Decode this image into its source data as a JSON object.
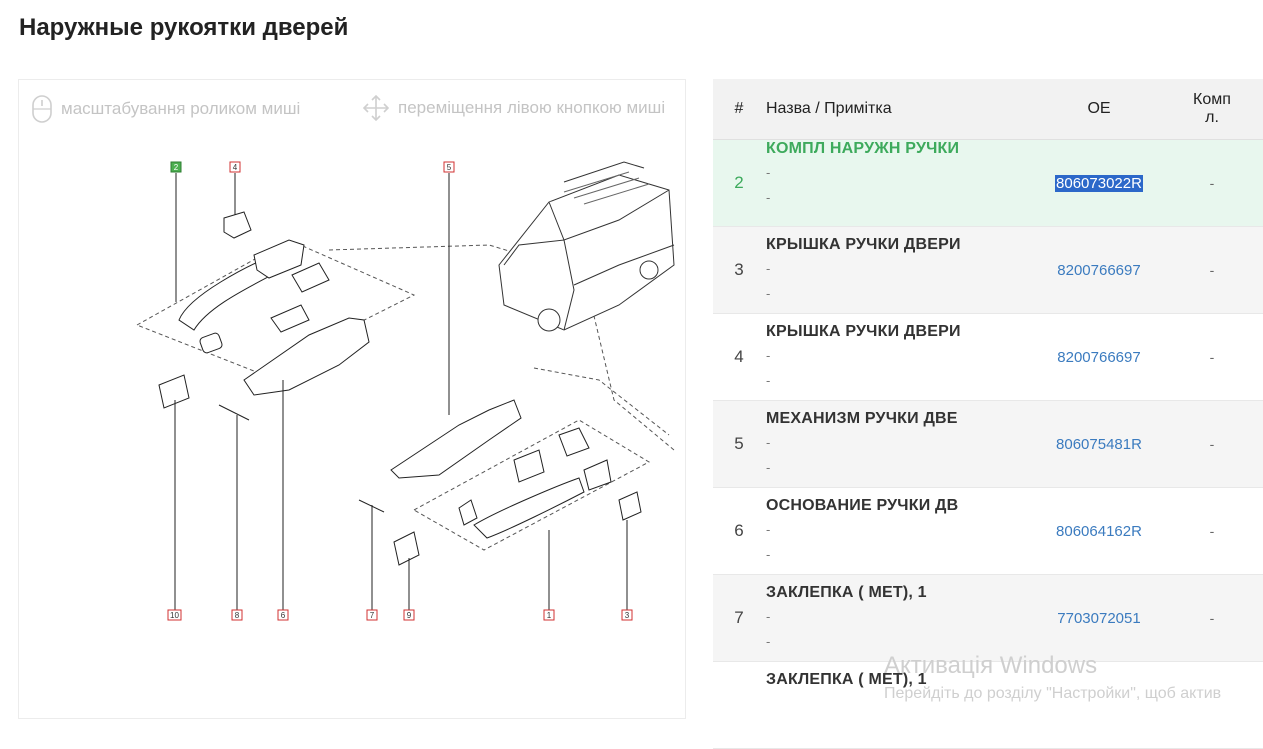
{
  "page": {
    "title": "Наружные рукоятки дверей"
  },
  "diagram": {
    "hint_zoom": "масштабування роликом миші",
    "hint_move": "переміщення лівою кнопкою миші",
    "callouts": [
      "2",
      "4",
      "5",
      "10",
      "8",
      "6",
      "7",
      "9",
      "1",
      "3"
    ]
  },
  "table": {
    "headers": {
      "num": "#",
      "name": "Назва / Примітка",
      "oe": "OE",
      "qty": "Комп\nл."
    },
    "rows": [
      {
        "num": "2",
        "name": "КОМПЛ НАРУЖН РУЧКИ",
        "note1": "-",
        "note2": "-",
        "oe": "806073022R",
        "qty": "-"
      },
      {
        "num": "3",
        "name": "КРЫШКА РУЧКИ ДВЕРИ",
        "note1": "-",
        "note2": "-",
        "oe": "8200766697",
        "qty": "-"
      },
      {
        "num": "4",
        "name": "КРЫШКА РУЧКИ ДВЕРИ",
        "note1": "-",
        "note2": "-",
        "oe": "8200766697",
        "qty": "-"
      },
      {
        "num": "5",
        "name": "МЕХАНИЗМ РУЧКИ ДВЕ",
        "note1": "-",
        "note2": "-",
        "oe": "806075481R",
        "qty": "-"
      },
      {
        "num": "6",
        "name": "ОСНОВАНИЕ РУЧКИ ДВ",
        "note1": "-",
        "note2": "-",
        "oe": "806064162R",
        "qty": "-"
      },
      {
        "num": "7",
        "name": "ЗАКЛЕПКА ( МЕТ), 1",
        "note1": "-",
        "note2": "-",
        "oe": "7703072051",
        "qty": "-"
      },
      {
        "num": "",
        "name": "ЗАКЛЕПКА ( МЕТ), 1",
        "note1": "",
        "note2": "",
        "oe": "",
        "qty": ""
      }
    ]
  },
  "os": {
    "watermark": "Активація Windows",
    "watermark_sub": "Перейдіть до розділу \"Настройки\", щоб актив"
  },
  "colors": {
    "accent_green": "#3daa5c",
    "link_blue": "#3b7bbf",
    "callout_red": "#d23030"
  }
}
